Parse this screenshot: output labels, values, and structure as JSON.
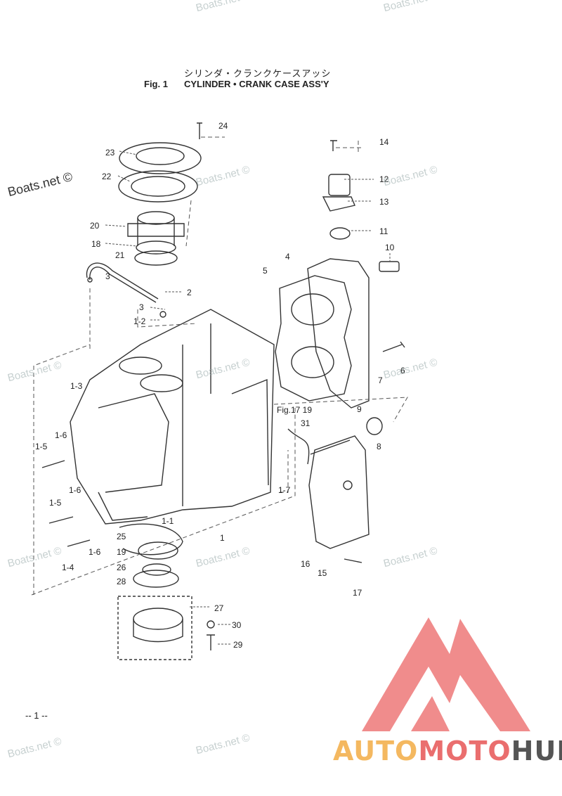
{
  "header": {
    "japanese_title": "シリンダ・クランクケースアッシ",
    "fig_label": "Fig. 1",
    "title": "CYLINDER • CRANK CASE ASS'Y"
  },
  "watermark": "Boats.net ©",
  "figure_ref": "Fig.17 19",
  "part_numbers": [
    "24",
    "23",
    "22",
    "20",
    "18",
    "21",
    "3",
    "2",
    "3",
    "1-2",
    "1-3",
    "1-6",
    "1-5",
    "1-6",
    "1-5",
    "1-1",
    "1",
    "1-6",
    "1-4",
    "25",
    "19",
    "26",
    "28",
    "27",
    "30",
    "29",
    "14",
    "12",
    "13",
    "11",
    "10",
    "4",
    "5",
    "7",
    "6",
    "9",
    "8",
    "31",
    "1-7",
    "16",
    "15",
    "17"
  ],
  "page_number": "-- 1 --",
  "brand": {
    "part1": "AUTO",
    "part2": "MOTO",
    "part3": "HUB"
  },
  "colors": {
    "logo_red": "#e94f4f",
    "logo_orange": "#f4b860",
    "logo_grey": "#555555"
  }
}
